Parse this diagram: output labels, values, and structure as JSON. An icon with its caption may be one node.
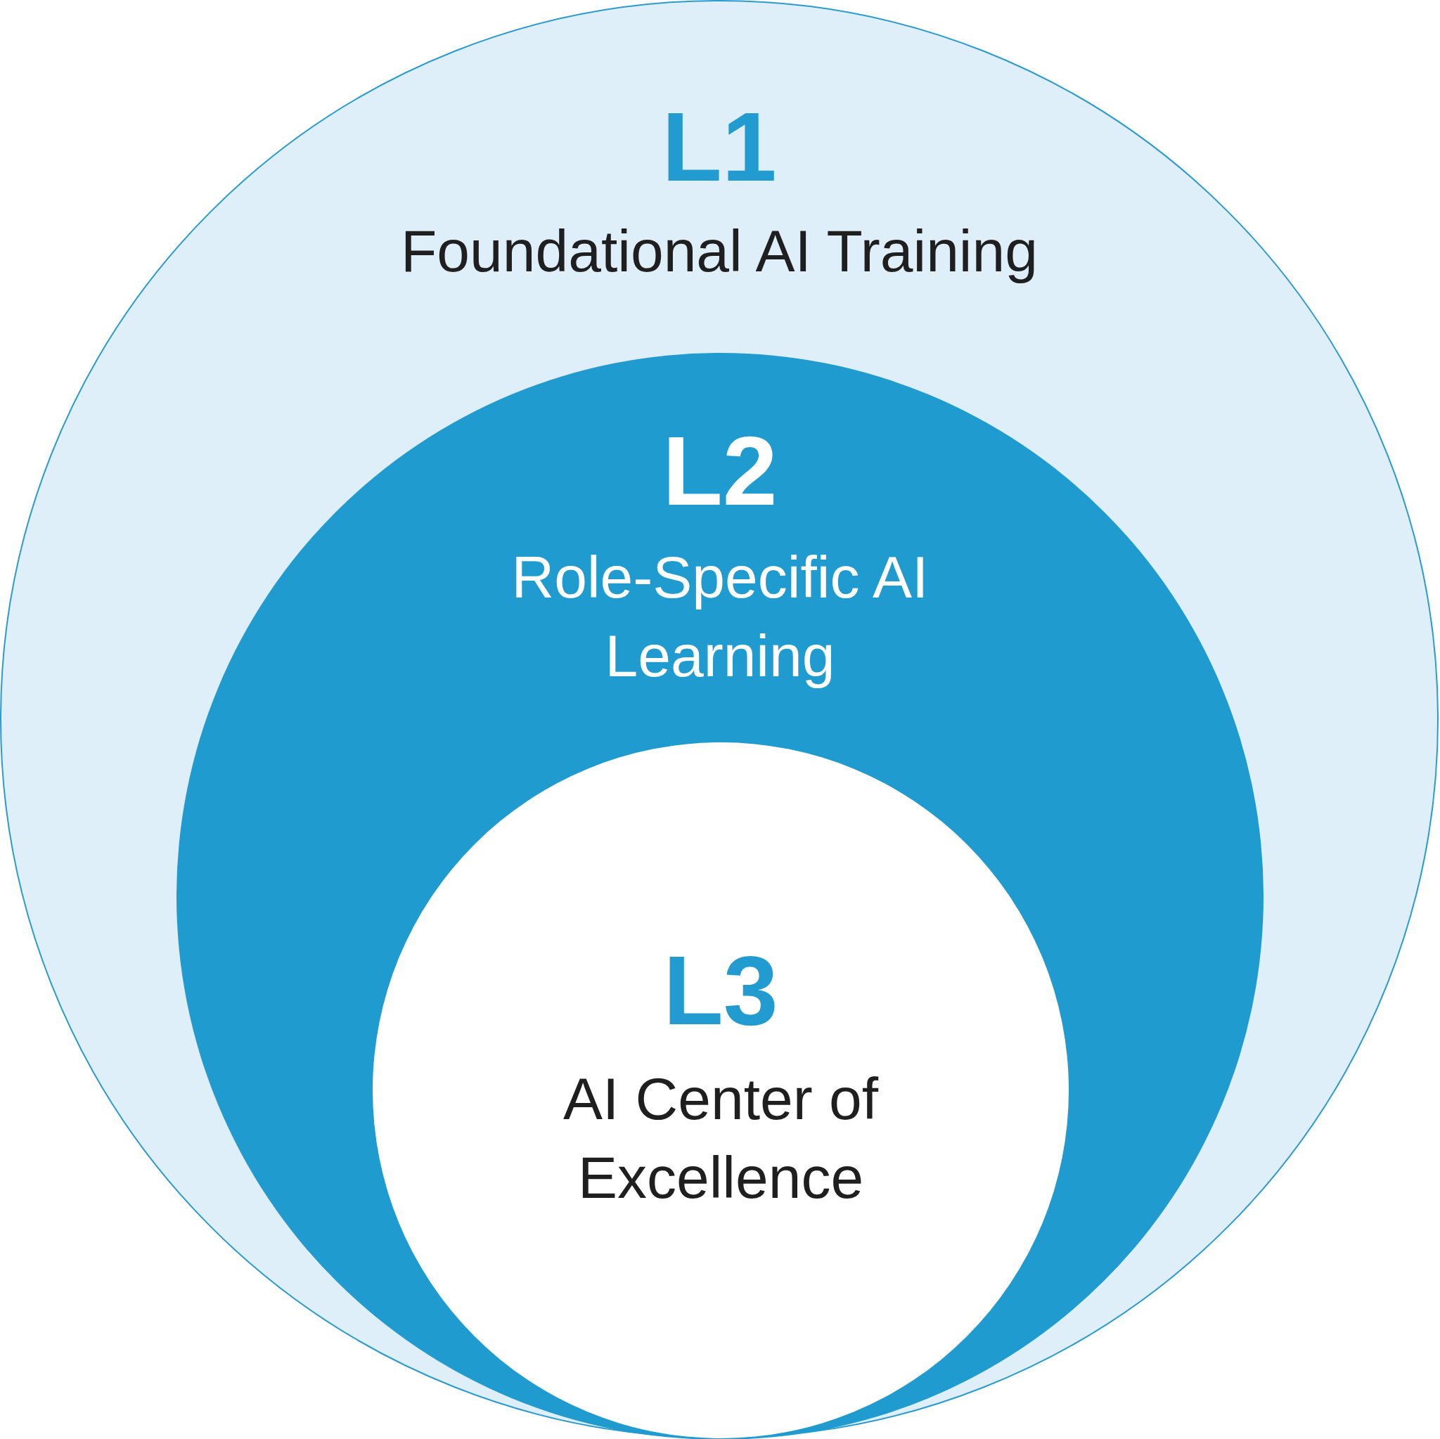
{
  "diagram": {
    "nodes": [
      {
        "text": [
          "L1",
          "Foundational AI Training"
        ]
      },
      {
        "text": [
          "L2",
          "Role-Specific AI Learning"
        ],
        "in": 0
      },
      {
        "text": [
          "L3",
          "AI Center of Excellence"
        ],
        "in": 1
      }
    ]
  }
}
